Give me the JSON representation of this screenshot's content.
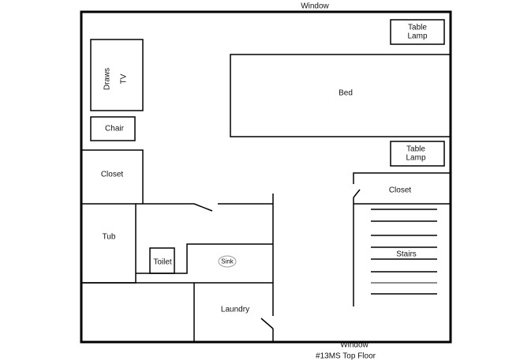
{
  "title": "#13MS Top Floor",
  "labels": {
    "window_top": "Window",
    "window_bottom": "Window",
    "table_lamp_top": [
      "Table",
      "Lamp"
    ],
    "table_lamp_bottom": [
      "Table",
      "Lamp"
    ],
    "bed": "Bed",
    "draws": "Draws",
    "tv": "TV",
    "chair": "Chair",
    "closet_left": "Closet",
    "closet_right": "Closet",
    "tub": "Tub",
    "toilet": "Toilet",
    "sink": "Sink",
    "stairs": "Stairs",
    "laundry": "Laundry"
  },
  "colors": {
    "line": "#000000",
    "stairs_accent": "#666666",
    "sink_outline": "#999999"
  }
}
